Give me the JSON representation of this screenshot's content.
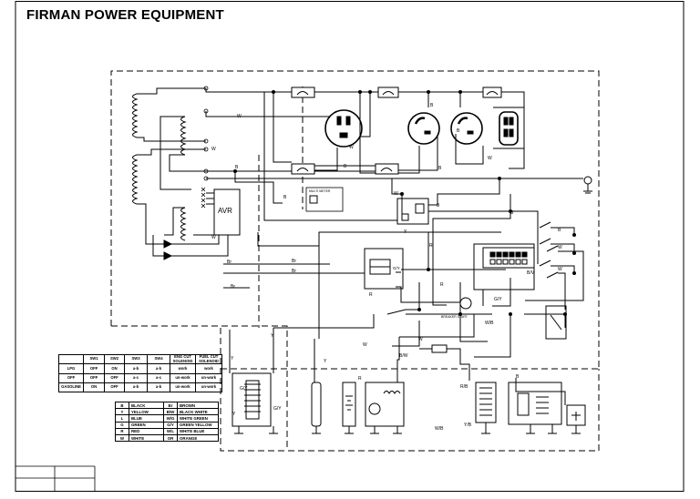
{
  "header": {
    "title": "FIRMAN POWER EQUIPMENT"
  },
  "labels": {
    "avr": "AVR",
    "multi_meter": "MULTI METER",
    "breaker_start": "BREAKER START",
    "b": "B",
    "w": "W",
    "r": "R",
    "y": "Y",
    "g": "G",
    "br": "Br",
    "gy": "G/Y",
    "bw": "B/W",
    "wb": "W/B",
    "bv": "B/V",
    "rb": "R/B",
    "yb": "Y/B"
  },
  "switch_table": {
    "headers": [
      "",
      "SW1",
      "SW2",
      "SW3",
      "SW4",
      "ENG CUT SOLENOID",
      "FUEL CUT SOLENOID"
    ],
    "rows": [
      [
        "LPG",
        "OFF",
        "ON",
        "a-b",
        "a-b",
        "work",
        "work"
      ],
      [
        "OFF",
        "OFF",
        "OFF",
        "a-c",
        "a-c",
        "un-work",
        "un-work"
      ],
      [
        "GASOLINE",
        "ON",
        "OFF",
        "a-b",
        "a-b",
        "un-work",
        "un-work"
      ]
    ]
  },
  "color_legend": [
    [
      "B",
      "BLACK",
      "Br",
      "BROWN"
    ],
    [
      "Y",
      "YELLOW",
      "B/W",
      "BLACK WHITE"
    ],
    [
      "L",
      "BLUE",
      "W/G",
      "WHITE GREEN"
    ],
    [
      "G",
      "GREEN",
      "G/Y",
      "GREEN YELLOW"
    ],
    [
      "R",
      "RED",
      "W/L",
      "WHITE BLUE"
    ],
    [
      "W",
      "WHITE",
      "OR",
      "ORANGE"
    ]
  ]
}
